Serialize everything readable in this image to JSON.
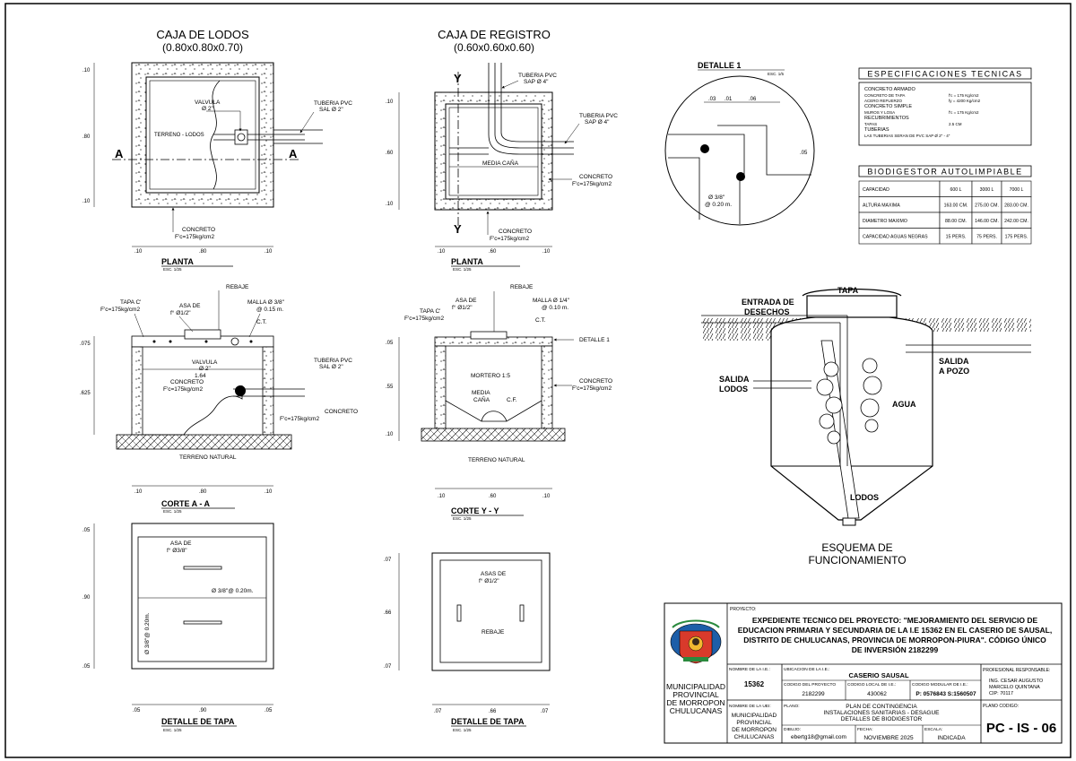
{
  "caja_lodos": {
    "title": "CAJA DE LODOS",
    "dims": "(0.80x0.80x0.70)",
    "plan": {
      "label_valvula": "VALVULA",
      "label_valvula_d": "Ø 2\"",
      "label_tuberia": "TUBERIA PVC",
      "label_tuberia_d": "SAL Ø 2\"",
      "label_terreno": "TERRENO - LODOS",
      "label_concreto": "CONCRETO",
      "label_fc": "F'c=175kg/cm2",
      "cut_a": "A",
      "dims_v": [
        ".10",
        ".80",
        ".10"
      ],
      "dims_h": [
        ".10",
        ".80",
        ".10"
      ],
      "view_title": "PLANTA",
      "scale": "ESC. 1/25"
    },
    "section": {
      "rebaje": "REBAJE",
      "tapa": "TAPA C'",
      "tapa_fc": "F'c=175kg/cm2",
      "asa": "ASA DE",
      "asa_d": "f° Ø1/2\"",
      "malla": "MALLA Ø 3/8\"",
      "malla_s": "@ 0.15 m.",
      "ct": "C.T.",
      "valvula": "VALVULA",
      "valvula_d": "Ø 2\"",
      "dim_164": "1.64",
      "concreto": "CONCRETO",
      "concreto_fc": "F'c=175kg/cm2",
      "tuberia": "TUBERIA PVC",
      "tuberia_d": "SAL Ø 2\"",
      "concreto2": "CONCRETO",
      "concreto2_fc": "F'c=175kg/cm2",
      "terreno": "TERRENO NATURAL",
      "dims_v": [
        ".075",
        ".625"
      ],
      "dims_h": [
        ".10",
        ".80",
        ".10"
      ],
      "view_title": "CORTE A - A",
      "scale": "ESC. 1/25"
    },
    "tapa": {
      "asa": "ASA DE",
      "asa_d": "f° Ø3/8\"",
      "rebar": "Ø 3/8\"@ 0.20m.",
      "rebar_v": "Ø 3/8\"@ 0.20m.",
      "dims_v": [
        ".05",
        ".90",
        ".05"
      ],
      "dims_h": [
        ".05",
        ".90",
        ".05"
      ],
      "view_title": "DETALLE DE TAPA",
      "scale": "ESC. 1/25"
    }
  },
  "caja_registro": {
    "title": "CAJA DE REGISTRO",
    "dims": "(0.60x0.60x0.60)",
    "plan": {
      "tuberia_top": "TUBERIA PVC",
      "tuberia_top_d": "SAP Ø 4\"",
      "tuberia_right": "TUBERIA PVC",
      "tuberia_right_d": "SAP Ø 4\"",
      "media_cana": "MEDIA CAÑA",
      "concreto": "CONCRETO",
      "concreto_fc": "F'c=175kg/cm2",
      "concreto2": "CONCRETO",
      "concreto2_fc": "F'c=175kg/cm2",
      "cut_y": "Y",
      "dims_v": [
        ".10",
        ".60",
        ".10"
      ],
      "dims_h": [
        ".10",
        ".60",
        ".10"
      ],
      "view_title": "PLANTA",
      "scale": "ESC. 1/25"
    },
    "section": {
      "rebaje": "REBAJE",
      "asa": "ASA DE",
      "asa_d": "f° Ø1/2\"",
      "malla": "MALLA Ø 1/4\"",
      "malla_s": "@ 0.10 m.",
      "tapa": "TAPA C'",
      "tapa_fc": "F'c=175kg/cm2",
      "ct": "C.T.",
      "detalle": "DETALLE 1",
      "mortero": "MORTERO 1:5",
      "media": "MEDIA",
      "cana": "CAÑA",
      "cf": "C.F.",
      "concreto": "CONCRETO",
      "concreto_fc": "F'c=175kg/cm2",
      "terreno": "TERRENO NATURAL",
      "dims_v": [
        ".05",
        ".55",
        ".10"
      ],
      "dims_h": [
        ".10",
        ".60",
        ".10"
      ],
      "view_title": "CORTE Y - Y",
      "scale": "ESC. 1/25"
    },
    "tapa": {
      "asas": "ASAS DE",
      "asas_d": "f° Ø1/2\"",
      "rebaje": "REBAJE",
      "dims_v": [
        ".07",
        ".66",
        ".07"
      ],
      "dims_h": [
        ".07",
        ".66",
        ".07"
      ],
      "view_title": "DETALLE DE TAPA",
      "scale": "ESC. 1/25"
    }
  },
  "detalle1": {
    "title": "DETALLE 1",
    "scale": "ESC. 1/5",
    "dims_top": [
      ".03",
      ".01",
      ".06"
    ],
    "dim_right": ".05",
    "rebar": "Ø 3/8\"",
    "rebar_s": "@ 0.20 m."
  },
  "especificaciones": {
    "title": "ESPECIFICACIONES TECNICAS",
    "lines": [
      {
        "t": "CONCRETO ARMADO",
        "h": true
      },
      {
        "t": "CONCRETO DE TAPA",
        "v": "f'c = 175 Kg/cm2"
      },
      {
        "t": "ACERO REFUERZO",
        "v": "fy = 4200 Kg/cm2"
      },
      {
        "t": "CONCRETO SIMPLE",
        "h": true
      },
      {
        "t": "MUROS Y LOSA",
        "v": "f'c = 175 Kg/cm2"
      },
      {
        "t": "RECUBRIMIENTOS",
        "h": true
      },
      {
        "t": "TAPAS",
        "v": "2.5 CM"
      },
      {
        "t": "TUBERIAS",
        "h": true
      },
      {
        "t": "LAS TUBERIAS SERAN DE PVC SAP Ø 2\" - 4\"",
        "v": ""
      }
    ]
  },
  "biodigestor": {
    "title": "BIODIGESTOR AUTOLIMPIABLE",
    "rows": [
      {
        "label": "CAPACIDAD",
        "cells": [
          "600 L",
          "3000 L",
          "7000 L"
        ]
      },
      {
        "label": "ALTURA MAXIMA",
        "cells": [
          "163.00 CM.",
          "275.00 CM.",
          "283.00 CM."
        ]
      },
      {
        "label": "DIAMETRO MAXIMO",
        "cells": [
          "88.00 CM.",
          "146.00 CM.",
          "242.00 CM."
        ]
      },
      {
        "label": "CAPACIDAD AGUAS NEGRAS",
        "cells": [
          "15 PERS.",
          "75 PERS.",
          "175 PERS."
        ]
      }
    ]
  },
  "esquema": {
    "tapa": "TAPA",
    "entrada": "ENTRADA DE",
    "entrada2": "DESECHOS",
    "salida_pozo": "SALIDA",
    "salida_pozo2": "A POZO",
    "salida_lodos": "SALIDA",
    "salida_lodos2": "LODOS",
    "agua": "AGUA",
    "lodos": "LODOS",
    "title1": "ESQUEMA DE",
    "title2": "FUNCIONAMIENTO"
  },
  "cartouche": {
    "proyecto_label": "PROYECTO:",
    "proyecto_text": [
      "EXPEDIENTE TECNICO DEL PROYECTO: \"MEJORAMIENTO DEL SERVICIO DE",
      "EDUCACION PRIMARIA Y SECUNDARIA DE LA I.E 15362 EN EL CASERIO DE SAUSAL,",
      "DISTRITO DE CHULUCANAS, PROVINCIA DE MORROPON-PIURA\". CÓDIGO ÚNICO",
      "DE INVERSIÓN 2182299"
    ],
    "muni": [
      "MUNICIPALIDAD",
      "PROVINCIAL",
      "DE MORROPON",
      "CHULUCANAS"
    ],
    "nombre_ie_label": "NOMBRE DE LA I.E.:",
    "nombre_ie": "15362",
    "ubicacion_label": "UBICACION DE LA I.E.:",
    "ubicacion": "CASERIO SAUSAL",
    "codigo_proy_label": "CODIGO DEL PROYECTO",
    "codigo_proy": "2182299",
    "codigo_local_label": "CODIGO LOCAL DE I.E.:",
    "codigo_local": "430062",
    "codigo_modular_label": "CODIGO MODULAR DE I.E.:",
    "codigo_modular": "P: 0576843  S:1560507",
    "prof_label": "PROFESIONAL RESPONSABLE:",
    "prof": [
      "ING.  CESAR AUGUSTO",
      "MARCELO QUINTANA",
      "CIP: 70117"
    ],
    "nombre_uei_label": "NOMBRE DE LA UEI:",
    "nombre_uei": [
      "MUNICIPALIDAD",
      "PROVINCIAL",
      "DE MORROPON",
      "CHULUCANAS"
    ],
    "plano_label": "PLANO:",
    "plano": [
      "PLAN DE CONTINGENCIA",
      "INSTALACIONES SANITARIAS - DESAGUE",
      "DETALLES DE BIODIGESTOR"
    ],
    "plano_codigo_label": "PLANO CODIGO:",
    "plano_codigo": "PC - IS - 06",
    "dibujo_label": "DIBUJO:",
    "dibujo": "ebertg18@gmail.com",
    "fecha_label": "FECHA:",
    "fecha": "NOVIEMBRE 2025",
    "escala_label": "ESCALA:",
    "escala": "INDICADA"
  }
}
